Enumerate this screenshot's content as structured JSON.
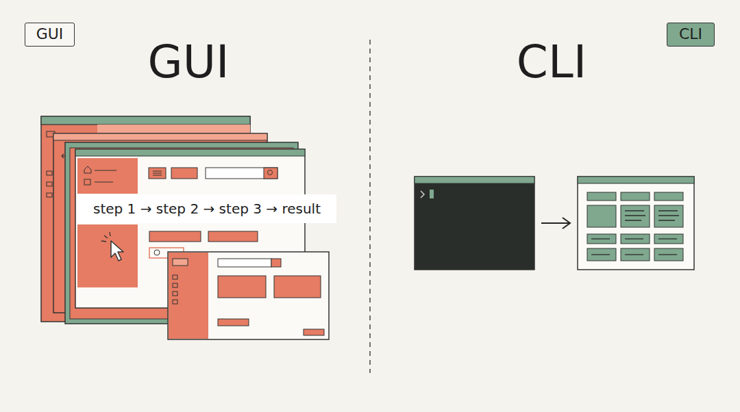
{
  "diagram": {
    "nodes": [
      {
        "text": [
          "GUI"
        ]
      },
      {
        "text": [
          "CLI"
        ]
      },
      {
        "text": [
          "step 1 → step 2 → step 3 → result"
        ]
      }
    ],
    "labels": [
      "GUI",
      "CLI"
    ]
  }
}
